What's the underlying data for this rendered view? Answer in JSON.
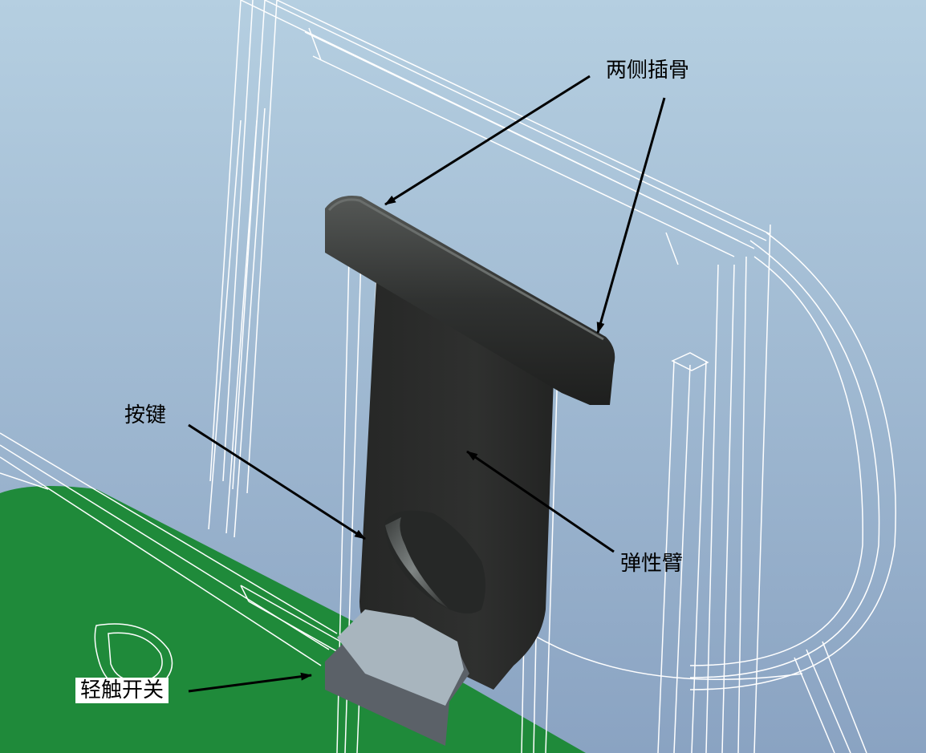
{
  "diagram": {
    "labels": {
      "side_ribs": "两侧插骨",
      "button": "按键",
      "elastic_arm": "弹性臂",
      "tact_switch": "轻触开关"
    },
    "colors": {
      "background_top": "#b3cde0",
      "background_bottom": "#8ba4c3",
      "pcb": "#1f8a3a",
      "button_body": "#2c2d2c",
      "button_highlight": "#4a4d4b",
      "switch_top": "#a9b6bf",
      "switch_side": "#5a6067",
      "wireframe": "#ffffff",
      "arrow": "#000000"
    }
  }
}
